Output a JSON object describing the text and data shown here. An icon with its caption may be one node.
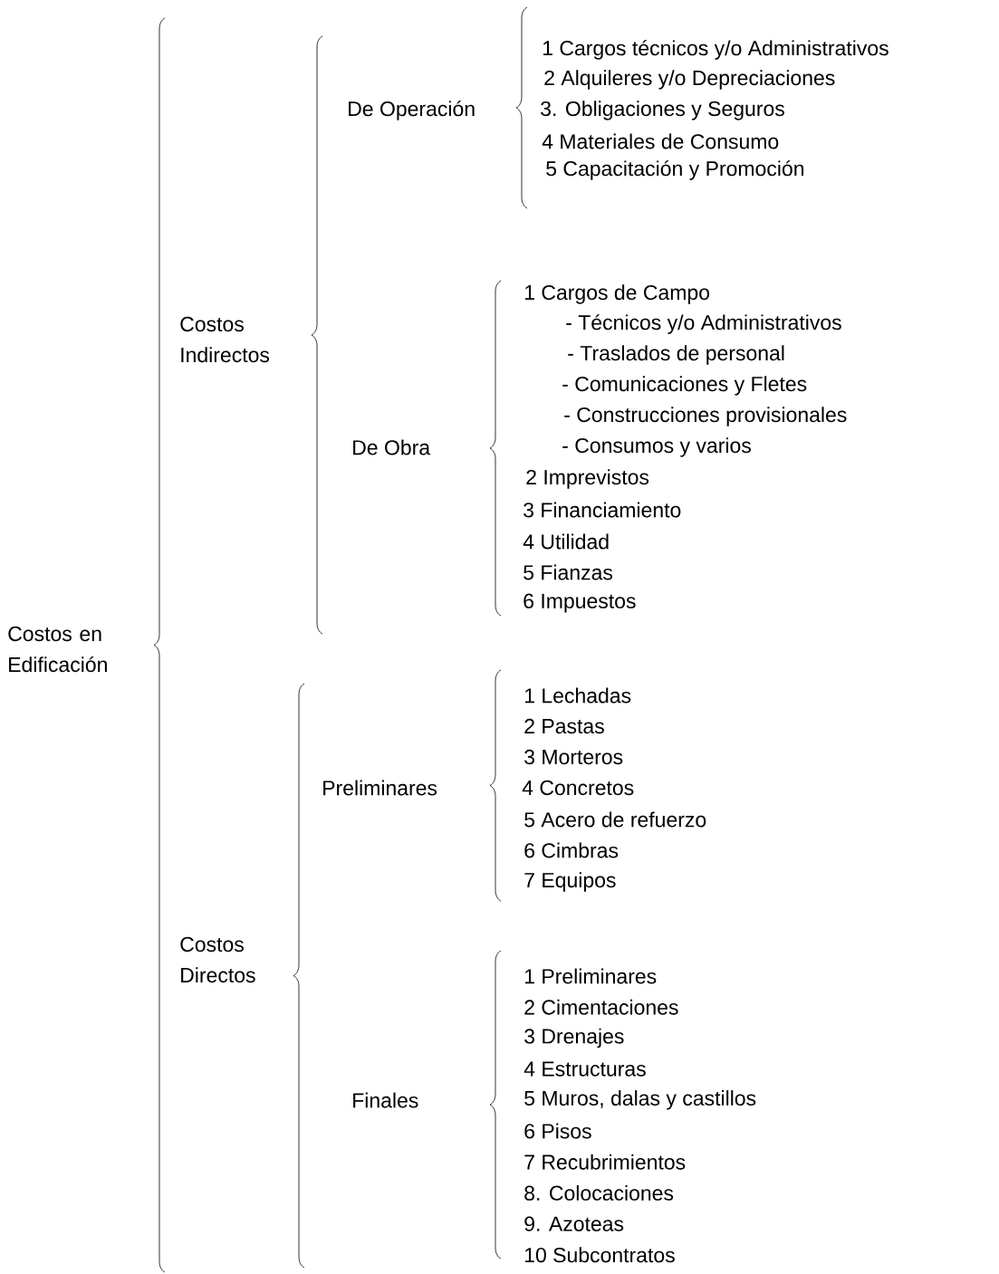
{
  "diagram": {
    "labels": [
      "Costos en Edificación",
      "Costos Indirectos",
      "De Operación",
      "1 Cargos técnicos y/o Administrativos",
      "2 Alquileres y/o Depreciaciones",
      "3. Obligaciones y Seguros",
      "4 Materiales de Consumo",
      "5 Capacitación y Promoción",
      "De Obra",
      "1 Cargos de Campo",
      "- Técnicos y/o Administrativos",
      "- Traslados de personal",
      "- Comunicaciones y Fletes",
      "- Construcciones provisionales",
      "- Consumos y varios",
      "2 Imprevistos",
      "3 Financiamiento",
      "4 Utilidad",
      "5 Fianzas",
      "6 Impuestos",
      "Costos Directos",
      "Preliminares",
      "1 Lechadas",
      "2 Pastas",
      "3 Morteros",
      "4 Concretos",
      "5 Acero de refuerzo",
      "6 Cimbras",
      "7 Equipos",
      "Finales",
      "1 Preliminares",
      "2 Cimentaciones",
      "3 Drenajes",
      "4 Estructuras",
      "5 Muros, dalas y castillos",
      "6 Pisos",
      "7 Recubrimientos",
      "8. Colocaciones",
      "9. Azoteas",
      "10 Subcontratos"
    ]
  }
}
